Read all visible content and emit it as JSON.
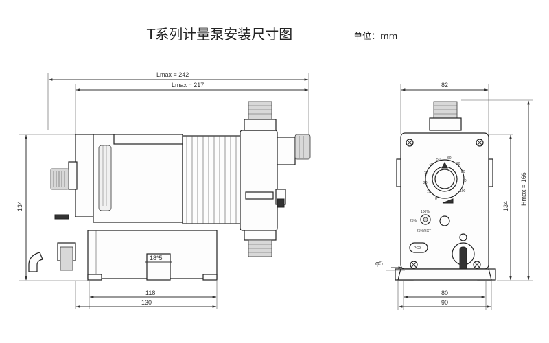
{
  "title": "T系列计量泵安装尺寸图",
  "unit_label": "单位：mm",
  "dimensions": {
    "lmax_242": "Lmax = 242",
    "lmax_217": "Lmax = 217",
    "height_134_side": "134",
    "slot_18x5": "18*5",
    "base_118": "118",
    "base_130": "130",
    "width_82": "82",
    "hole_phi5": "φ5",
    "base_80": "80",
    "base_90": "90",
    "height_134_front": "134",
    "hmax_166": "Hmax = 166"
  },
  "front_panel": {
    "dial_numbers": [
      "0",
      "10",
      "20",
      "30",
      "40",
      "50",
      "60",
      "70",
      "80",
      "90",
      "100"
    ],
    "switch_top": "100%",
    "switch_left": "25%",
    "switch_bottom": "25%/EXT",
    "cable_gland": "PG9"
  },
  "colors": {
    "line": "#333333",
    "background": "#ffffff"
  }
}
